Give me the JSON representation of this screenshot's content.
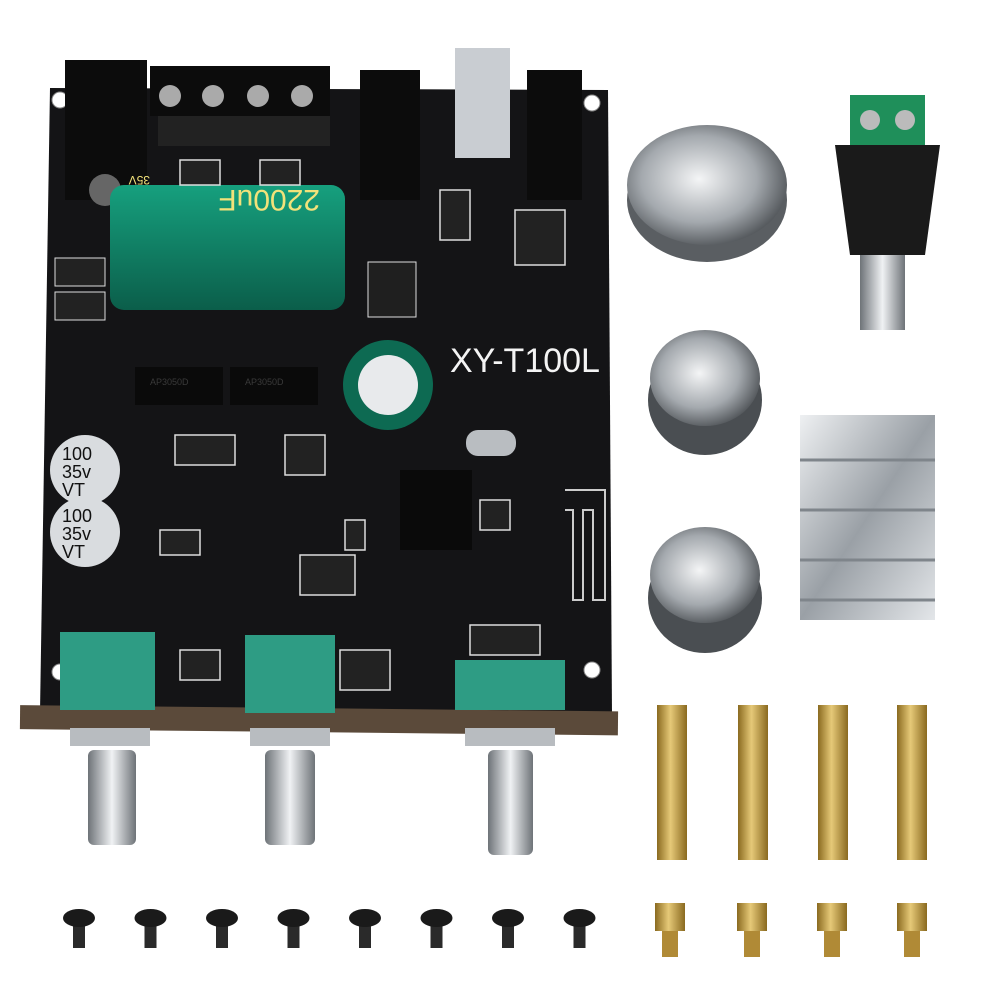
{
  "product": {
    "board_model": "XY-T100L",
    "main_capacitor_label": "2200uF",
    "main_capacitor_voltage": "35V",
    "chip_labels": [
      "AP3050D",
      "AP3050D"
    ],
    "small_capacitors": [
      {
        "line1": "100",
        "line2": "35v",
        "line3": "VT"
      },
      {
        "line1": "100",
        "line2": "35v",
        "line3": "VT"
      }
    ]
  },
  "colors": {
    "pcb": "#141416",
    "capacitor_green": "#0f7a62",
    "potentiometer_teal": "#2e9c84",
    "brass": "#c9a24a",
    "aluminum": "#c9cdd2",
    "screw": "#1a1a1a"
  },
  "accessories": {
    "knobs": 3,
    "heatsink": 1,
    "dc_adapter": 1,
    "long_standoffs": 4,
    "short_standoffs": 4,
    "screws": 8
  }
}
